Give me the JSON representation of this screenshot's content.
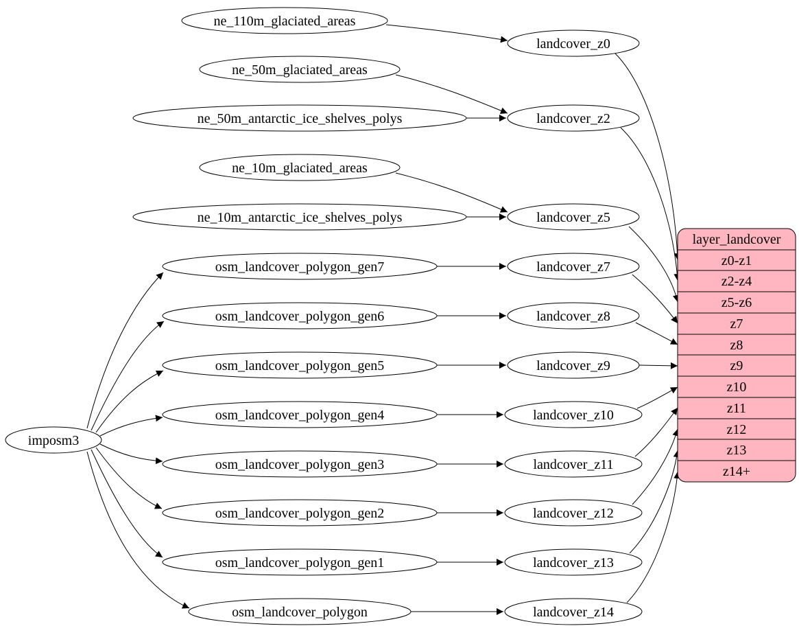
{
  "diagram": {
    "colors": {
      "background": "#ffffff",
      "record_fill": "#ffb6c1",
      "stroke": "#000000"
    },
    "nodes": {
      "imposm3": "imposm3",
      "ne_110m_glaciated_areas": "ne_110m_glaciated_areas",
      "ne_50m_glaciated_areas": "ne_50m_glaciated_areas",
      "ne_50m_antarctic_ice_shelves_polys": "ne_50m_antarctic_ice_shelves_polys",
      "ne_10m_glaciated_areas": "ne_10m_glaciated_areas",
      "ne_10m_antarctic_ice_shelves_polys": "ne_10m_antarctic_ice_shelves_polys",
      "osm_landcover_polygon_gen7": "osm_landcover_polygon_gen7",
      "osm_landcover_polygon_gen6": "osm_landcover_polygon_gen6",
      "osm_landcover_polygon_gen5": "osm_landcover_polygon_gen5",
      "osm_landcover_polygon_gen4": "osm_landcover_polygon_gen4",
      "osm_landcover_polygon_gen3": "osm_landcover_polygon_gen3",
      "osm_landcover_polygon_gen2": "osm_landcover_polygon_gen2",
      "osm_landcover_polygon_gen1": "osm_landcover_polygon_gen1",
      "osm_landcover_polygon": "osm_landcover_polygon",
      "landcover_z0": "landcover_z0",
      "landcover_z2": "landcover_z2",
      "landcover_z5": "landcover_z5",
      "landcover_z7": "landcover_z7",
      "landcover_z8": "landcover_z8",
      "landcover_z9": "landcover_z9",
      "landcover_z10": "landcover_z10",
      "landcover_z11": "landcover_z11",
      "landcover_z12": "landcover_z12",
      "landcover_z13": "landcover_z13",
      "landcover_z14": "landcover_z14"
    },
    "record": {
      "title": "layer_landcover",
      "rows": [
        "z0-z1",
        "z2-z4",
        "z5-z6",
        "z7",
        "z8",
        "z9",
        "z10",
        "z11",
        "z12",
        "z13",
        "z14+"
      ]
    },
    "edges": [
      {
        "from": "ne_110m_glaciated_areas",
        "to": "landcover_z0"
      },
      {
        "from": "ne_50m_glaciated_areas",
        "to": "landcover_z2"
      },
      {
        "from": "ne_50m_antarctic_ice_shelves_polys",
        "to": "landcover_z2"
      },
      {
        "from": "ne_10m_glaciated_areas",
        "to": "landcover_z5"
      },
      {
        "from": "ne_10m_antarctic_ice_shelves_polys",
        "to": "landcover_z5"
      },
      {
        "from": "imposm3",
        "to": "osm_landcover_polygon_gen7"
      },
      {
        "from": "imposm3",
        "to": "osm_landcover_polygon_gen6"
      },
      {
        "from": "imposm3",
        "to": "osm_landcover_polygon_gen5"
      },
      {
        "from": "imposm3",
        "to": "osm_landcover_polygon_gen4"
      },
      {
        "from": "imposm3",
        "to": "osm_landcover_polygon_gen3"
      },
      {
        "from": "imposm3",
        "to": "osm_landcover_polygon_gen2"
      },
      {
        "from": "imposm3",
        "to": "osm_landcover_polygon_gen1"
      },
      {
        "from": "imposm3",
        "to": "osm_landcover_polygon"
      },
      {
        "from": "osm_landcover_polygon_gen7",
        "to": "landcover_z7"
      },
      {
        "from": "osm_landcover_polygon_gen6",
        "to": "landcover_z8"
      },
      {
        "from": "osm_landcover_polygon_gen5",
        "to": "landcover_z9"
      },
      {
        "from": "osm_landcover_polygon_gen4",
        "to": "landcover_z10"
      },
      {
        "from": "osm_landcover_polygon_gen3",
        "to": "landcover_z11"
      },
      {
        "from": "osm_landcover_polygon_gen2",
        "to": "landcover_z12"
      },
      {
        "from": "osm_landcover_polygon_gen1",
        "to": "landcover_z13"
      },
      {
        "from": "osm_landcover_polygon",
        "to": "landcover_z14"
      },
      {
        "from": "landcover_z0",
        "to": "layer_landcover:z0-z1"
      },
      {
        "from": "landcover_z2",
        "to": "layer_landcover:z2-z4"
      },
      {
        "from": "landcover_z5",
        "to": "layer_landcover:z5-z6"
      },
      {
        "from": "landcover_z7",
        "to": "layer_landcover:z7"
      },
      {
        "from": "landcover_z8",
        "to": "layer_landcover:z8"
      },
      {
        "from": "landcover_z9",
        "to": "layer_landcover:z9"
      },
      {
        "from": "landcover_z10",
        "to": "layer_landcover:z10"
      },
      {
        "from": "landcover_z11",
        "to": "layer_landcover:z11"
      },
      {
        "from": "landcover_z12",
        "to": "layer_landcover:z12"
      },
      {
        "from": "landcover_z13",
        "to": "layer_landcover:z13"
      },
      {
        "from": "landcover_z14",
        "to": "layer_landcover:z14+"
      }
    ]
  }
}
